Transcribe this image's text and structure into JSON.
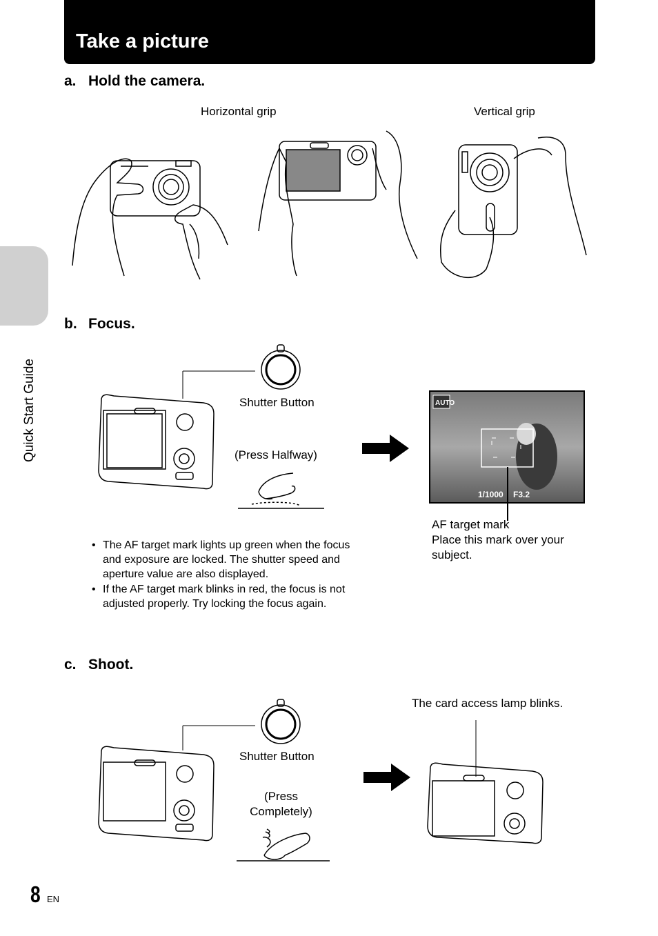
{
  "header": {
    "title": "Take a picture"
  },
  "side_tab": {
    "label": "Quick Start Guide"
  },
  "section_a": {
    "letter": "a.",
    "title": "Hold the camera.",
    "horizontal_grip": "Horizontal grip",
    "vertical_grip": "Vertical grip"
  },
  "section_b": {
    "letter": "b.",
    "title": "Focus.",
    "shutter_button": "Shutter Button",
    "press_halfway": "(Press Halfway)",
    "bullets": [
      "The AF target mark lights up green when the focus and exposure are locked. The shutter speed and aperture value are also displayed.",
      "If the AF target mark blinks in red, the focus is not adjusted properly. Try locking the focus again."
    ],
    "lcd": {
      "mode_icon": "AUTO",
      "shutter_speed": "1/1000",
      "aperture": "F3.2"
    },
    "af_caption_line1": "AF target mark",
    "af_caption_line2": "Place this mark over your",
    "af_caption_line3": "subject."
  },
  "section_c": {
    "letter": "c.",
    "title": "Shoot.",
    "shutter_button": "Shutter Button",
    "press_line1": "(Press",
    "press_line2": "Completely)",
    "lamp_caption": "The card access lamp blinks."
  },
  "footer": {
    "page_number": "8",
    "language": "EN"
  },
  "icons": [
    "camera-front-icon",
    "camera-back-icon",
    "hand-icon",
    "shutter-dial-icon",
    "finger-press-icon",
    "arrow-right-icon"
  ]
}
